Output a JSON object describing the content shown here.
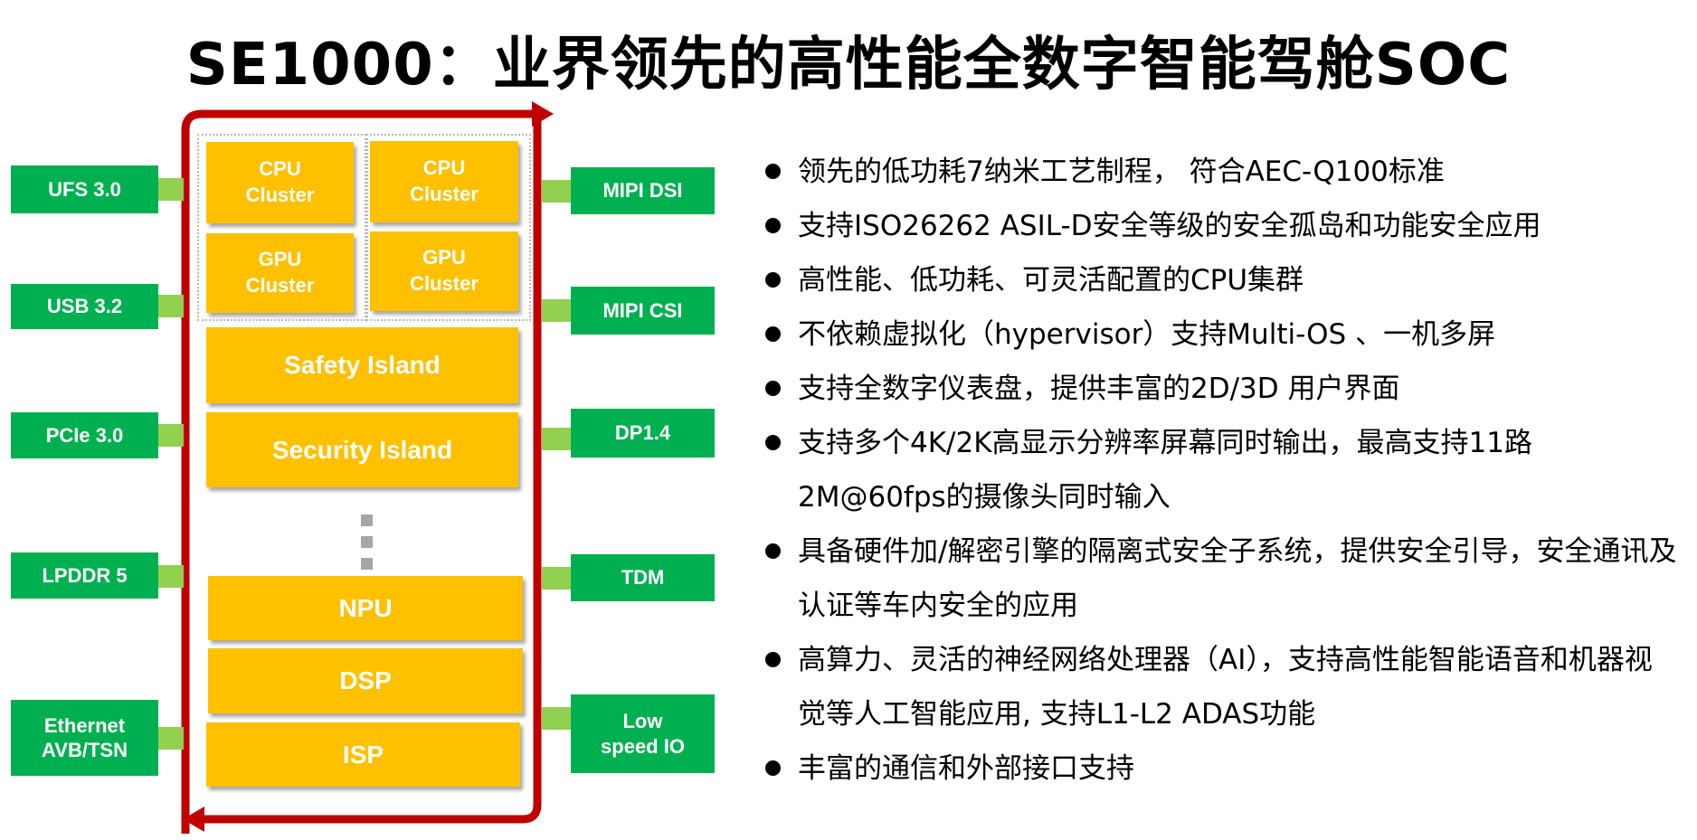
{
  "title": "SE1000：业界领先的高性能全数字智能驾舱SOC",
  "colors": {
    "interface_green": "#00b050",
    "connector_light_green": "#92d050",
    "block_orange": "#ffc000",
    "frame_red": "#c00000"
  },
  "left_interfaces": [
    {
      "label": "UFS 3.0"
    },
    {
      "label": "USB 3.2"
    },
    {
      "label": "PCIe 3.0"
    },
    {
      "label": "LPDDR 5"
    },
    {
      "label": "Ethernet\nAVB/TSN"
    }
  ],
  "right_interfaces": [
    {
      "label": "MIPI DSI"
    },
    {
      "label": "MIPI CSI"
    },
    {
      "label": "DP1.4"
    },
    {
      "label": "TDM"
    },
    {
      "label": "Low\nspeed IO"
    }
  ],
  "clusters": [
    {
      "label": "CPU\nCluster"
    },
    {
      "label": "CPU\nCluster"
    },
    {
      "label": "GPU\nCluster"
    },
    {
      "label": "GPU\nCluster"
    }
  ],
  "islands": [
    {
      "label": "Safety Island"
    },
    {
      "label": "Security Island"
    }
  ],
  "engines": [
    {
      "label": "NPU"
    },
    {
      "label": "DSP"
    },
    {
      "label": "ISP"
    }
  ],
  "features": [
    "领先的低功耗7纳米工艺制程， 符合AEC-Q100标准",
    "支持ISO26262 ASIL-D安全等级的安全孤岛和功能安全应用",
    "高性能、低功耗、可灵活配置的CPU集群",
    "不依赖虚拟化（hypervisor）支持Multi-OS 、一机多屏",
    "支持全数字仪表盘，提供丰富的2D/3D 用户界面",
    "支持多个4K/2K高显示分辨率屏幕同时输出，最高支持11路2M@60fps的摄像头同时输入",
    "具备硬件加/解密引擎的隔离式安全子系统，提供安全引导，安全通讯及认证等车内安全的应用",
    "高算力、灵活的神经网络处理器（AI），支持高性能智能语音和机器视觉等人工智能应用, 支持L1-L2 ADAS功能",
    "丰富的通信和外部接口支持"
  ]
}
